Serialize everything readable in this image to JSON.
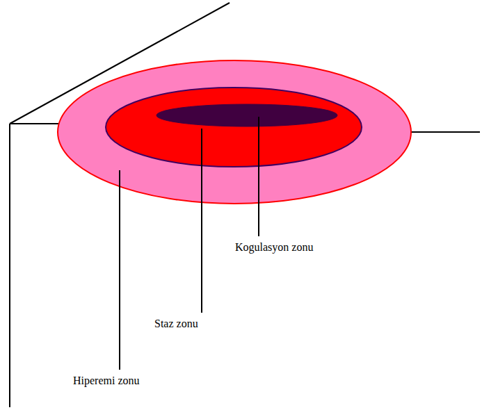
{
  "diagram": {
    "labels": [
      "Kogulasyon zonu",
      "Staz zonu",
      "Hiperemi zonu"
    ]
  }
}
